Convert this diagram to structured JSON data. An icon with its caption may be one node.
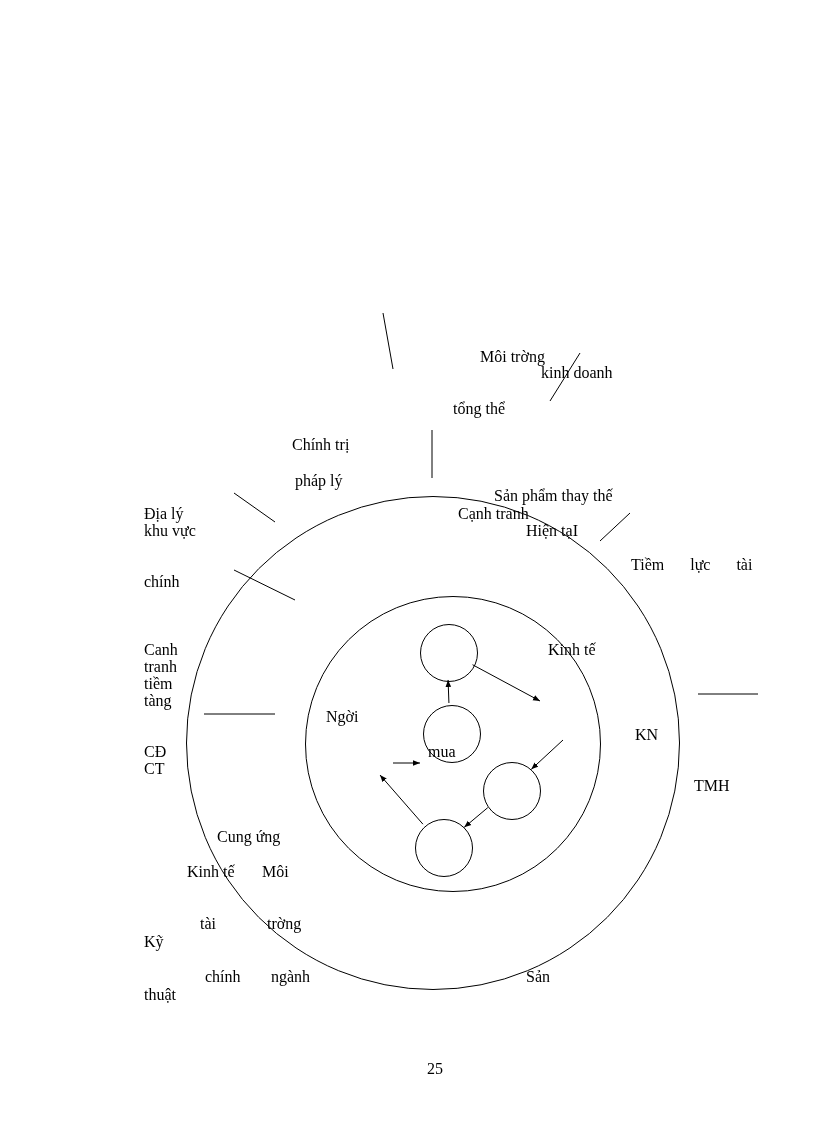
{
  "diagram": {
    "nodes": [
      {
        "text": [],
        "shape": "circle"
      },
      {
        "text": [],
        "shape": "circle",
        "in": 0
      },
      {
        "text": [],
        "shape": "circle",
        "in": 1
      },
      {
        "text": [],
        "shape": "circle",
        "in": 1
      },
      {
        "text": [],
        "shape": "circle",
        "in": 1
      },
      {
        "text": [],
        "shape": "circle",
        "in": 1
      }
    ],
    "edges": [
      {
        "from": 3,
        "to": 2,
        "arrow": "to"
      },
      {
        "from": 2,
        "to": null,
        "arrow": "to"
      },
      {
        "from": null,
        "to": 4,
        "arrow": "to"
      },
      {
        "from": 4,
        "to": 5,
        "arrow": "to"
      },
      {
        "from": 5,
        "to": null,
        "arrow": "to"
      }
    ],
    "labels": [
      "Môi trờng",
      "kinh doanh",
      "tổng thể",
      "Chính trị",
      "pháp lý",
      "Sản phẩm thay thế",
      "Địa lý khu vực",
      "Cạnh tranh",
      "Hiện tạI",
      "Tiềm lực tài",
      "chính",
      "Canh tranh tiềm tàng",
      "Kinh tế",
      "Ngời",
      "KN",
      "mua",
      "CĐ CT",
      "TMH",
      "Cung ứng",
      "Kinh tế",
      "Môi",
      "tài",
      "trờng",
      "Kỹ",
      "chính",
      "ngành",
      "Sản",
      "thuật",
      "25"
    ]
  }
}
